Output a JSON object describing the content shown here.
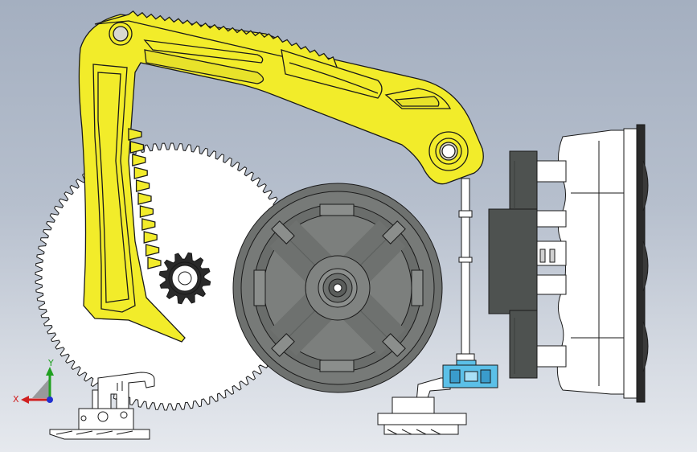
{
  "viewport": {
    "background_top": "#a4afc0",
    "background_bottom": "#e6e9ee"
  },
  "colors": {
    "lever": "#f2ec2a",
    "outline": "#1a1a1a",
    "gear_white": "#ffffff",
    "disc_dark": "#6e716f",
    "disc_mid": "#8b8e8c",
    "connector": "#5bc0e8",
    "axis_x": "#d02020",
    "axis_y": "#20a020",
    "axis_z": "#2030d0"
  },
  "axes": {
    "x_label": "X",
    "y_label": "Y"
  },
  "parts": {
    "lever": "yellow-lever-arm",
    "large_gear": "large-spur-gear",
    "pinion": "small-pinion-gear",
    "disc": "rotary-disc",
    "motor": "motor-assembly",
    "connector": "blue-connector",
    "latch": "latch-bracket",
    "pushrod": "push-rod"
  }
}
